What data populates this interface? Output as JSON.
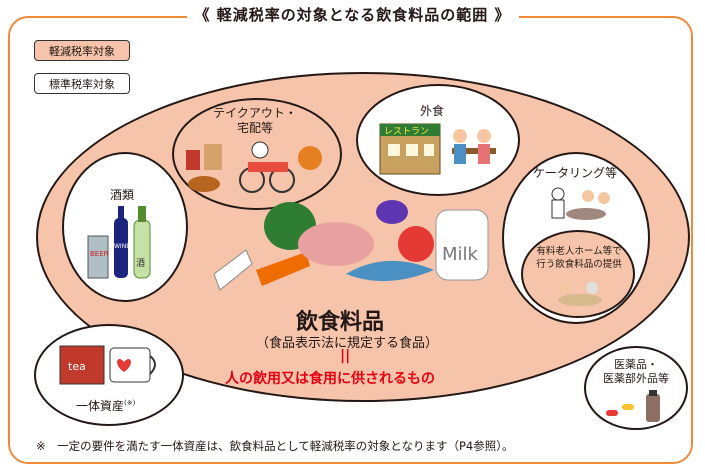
{
  "title": "《 軽減税率の対象となる飲食料品の範囲 》",
  "legend": {
    "reduced": "軽減税率対象",
    "standard": "標準税率対象"
  },
  "categories": {
    "takeout": "テイクアウト・\n宅配等",
    "eatout": "外食",
    "catering": "ケータリング等",
    "nursing_home": "有料老人ホーム等で\n行う飲食料品の提供",
    "alcohol": "酒類",
    "bundled": "一体資産",
    "bundled_note": "(※)",
    "medicine": "医薬品・\n医薬部外品等"
  },
  "center": {
    "main": "飲食料品",
    "sub": "（食品表示法に規定する食品）",
    "equals": "||",
    "definition": "人の飲用又は食用に供されるもの"
  },
  "illustration_text": {
    "restaurant_sign": "レストラン",
    "milk": "Milk",
    "beer": "BEER",
    "wine": "WINE",
    "sake": "酒",
    "tea": "tea"
  },
  "footnote": "※　一定の要件を満たす一体資産は、飲食料品として軽減税率の対象となります（P4参照）。",
  "colors": {
    "reduced_fill": "#f6c4aa",
    "frame": "#ef8a3c",
    "emphasis": "#e60012"
  }
}
